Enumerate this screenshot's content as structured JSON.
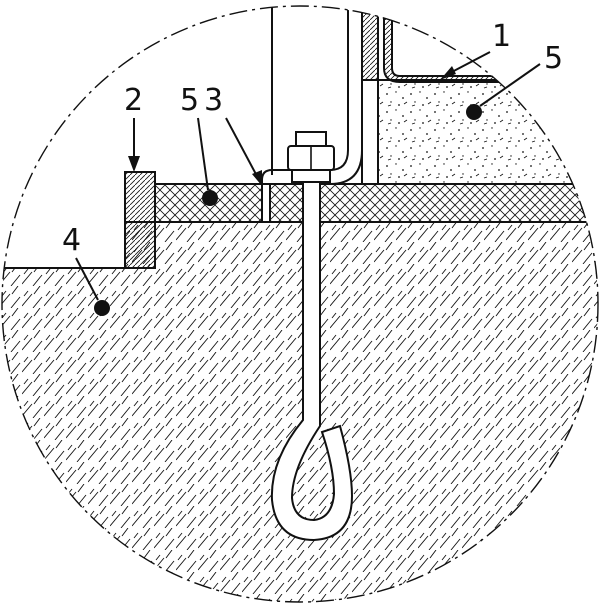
{
  "callouts": {
    "c1": "1",
    "c2": "2",
    "c3": "3",
    "c4": "4",
    "c5_left": "5",
    "c5_right": "5"
  },
  "colors": {
    "ink": "#111111",
    "background": "#ffffff"
  }
}
